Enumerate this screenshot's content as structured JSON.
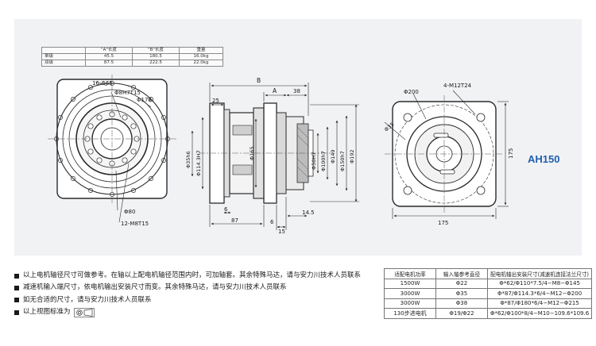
{
  "model": "AH150",
  "dimension_table": {
    "headers": [
      "",
      "\"A\"长度",
      "\"B\"长度",
      "重量"
    ],
    "rows": [
      [
        "单级",
        "45.5",
        "180.5",
        "16.0kg"
      ],
      [
        "双级",
        "87.5",
        "222.5",
        "22.0kg"
      ]
    ]
  },
  "front_view": {
    "bolt_circle": "16-Φ65",
    "pilot": "Φ8H7T15",
    "outer_dia": "Φ178",
    "inner_dia": "Φ80",
    "screws": "12-M8T15"
  },
  "side_view": {
    "B": "B",
    "A": "A",
    "d38": "38",
    "d25": "25",
    "d114": "Φ114.3H7",
    "d35": "Φ35h6",
    "d165": "Φ165",
    "d50": "Φ50H7",
    "d100": "Φ100h7",
    "d149": "Φ149",
    "d150": "Φ150h7",
    "d192": "Φ192",
    "d6a": "6",
    "d87": "87",
    "d14": "14.5",
    "d6b": "6",
    "d15": "15"
  },
  "rear_view": {
    "holes": "4-M12T24",
    "d200": "Φ200",
    "d35": "Φ35",
    "w175": "175",
    "h175": "175"
  },
  "notes": [
    "以上电机轴径尺寸可做参考。在轴以上配电机轴径范围内时，可加轴套。其余特殊马达，请与安力川技术人员联系",
    "减速机输入端尺寸，依电机输出安装尺寸而变。其余特殊马达，请与安力川技术人员联系",
    "如无合适的尺寸，请与安力川技术人员联系",
    "以上视图标准为"
  ],
  "motor_table": {
    "headers": [
      "适配电机功率",
      "输入轴参考直径",
      "配电机轴出安装尺寸(减速机连接法兰尺寸)"
    ],
    "rows": [
      [
        "1500W",
        "Φ22",
        "Φ*62/Φ110*7.5/4−M8−Φ145"
      ],
      [
        "3000W",
        "Φ35",
        "Φ*87/Φ114.3*6/4−M12−Φ200"
      ],
      [
        "3000W",
        "Φ38",
        "Φ*87/Φ180*6/4−M12−Φ215"
      ],
      [
        "130步进电机",
        "Φ19/Φ22",
        "Φ*62/Φ100*8/4−M10−109.6*109.6"
      ]
    ]
  }
}
